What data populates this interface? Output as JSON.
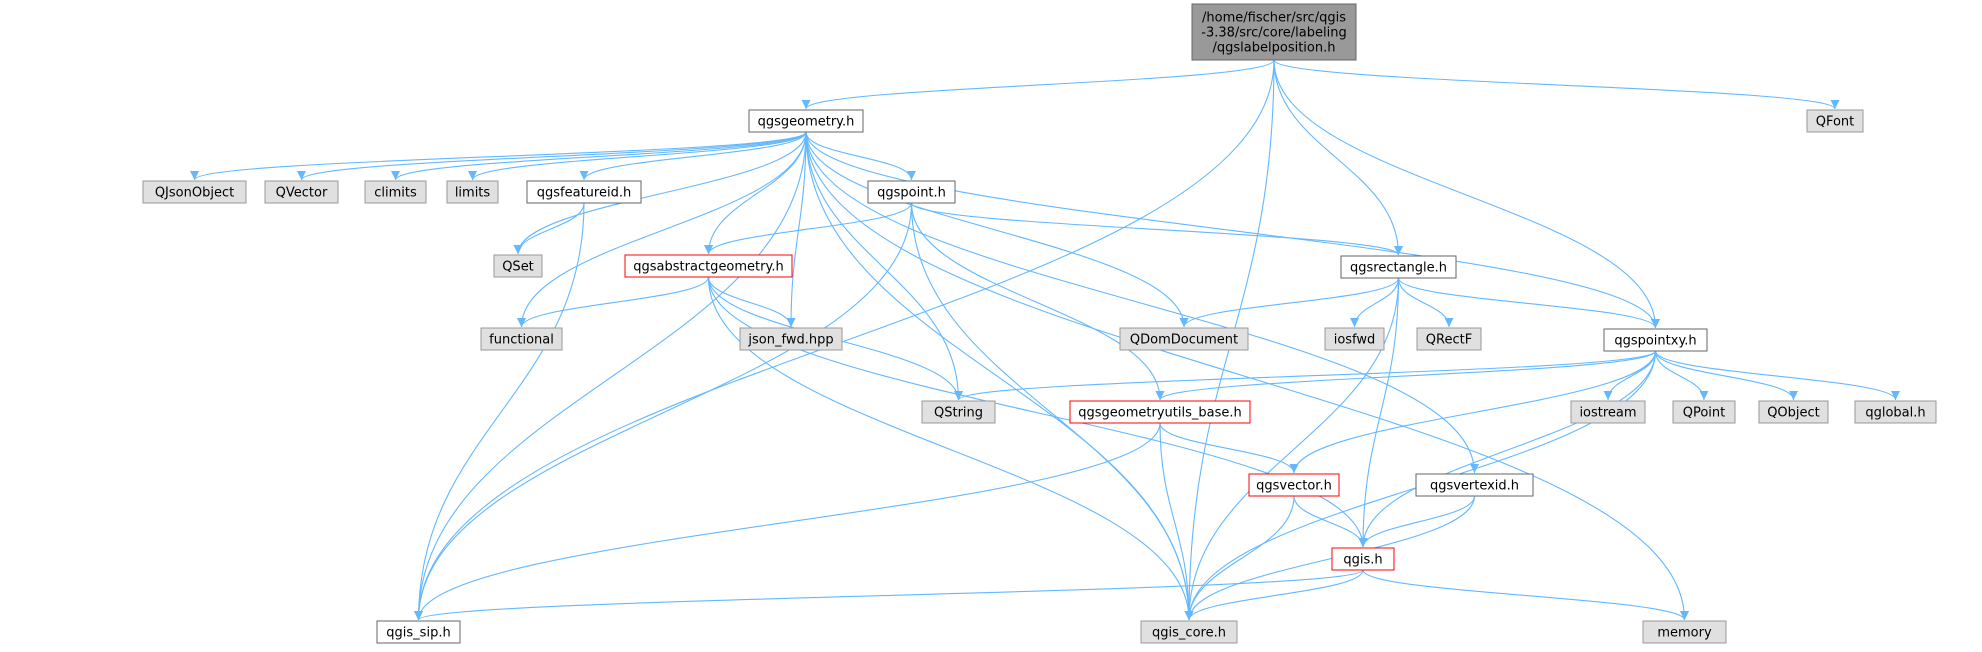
{
  "colors": {
    "edge": "#63b8ff",
    "root_fill": "#999999",
    "root_stroke": "#666666",
    "doc_fill": "#ffffff",
    "doc_stroke": "#666666",
    "trunc_stroke": "#ff0000",
    "ext_fill": "#e0e0e0",
    "ext_stroke": "#999999"
  },
  "nodes": {
    "root": {
      "lines": [
        "/home/fischer/src/qgis",
        "-3.38/src/core/labeling",
        "/qgslabelposition.h"
      ],
      "kind": "root"
    },
    "qgsgeometry": {
      "lines": [
        "qgsgeometry.h"
      ],
      "kind": "doc"
    },
    "qfont": {
      "lines": [
        "QFont"
      ],
      "kind": "ext"
    },
    "qjsonobject": {
      "lines": [
        "QJsonObject"
      ],
      "kind": "ext"
    },
    "qvector": {
      "lines": [
        "QVector"
      ],
      "kind": "ext"
    },
    "climits": {
      "lines": [
        "climits"
      ],
      "kind": "ext"
    },
    "limits": {
      "lines": [
        "limits"
      ],
      "kind": "ext"
    },
    "qgsfeatureid": {
      "lines": [
        "qgsfeatureid.h"
      ],
      "kind": "doc"
    },
    "qgspoint": {
      "lines": [
        "qgspoint.h"
      ],
      "kind": "doc"
    },
    "qset": {
      "lines": [
        "QSet"
      ],
      "kind": "ext"
    },
    "qgsabstractgeometry": {
      "lines": [
        "qgsabstractgeometry.h"
      ],
      "kind": "trunc"
    },
    "qgsrectangle": {
      "lines": [
        "qgsrectangle.h"
      ],
      "kind": "doc"
    },
    "functional": {
      "lines": [
        "functional"
      ],
      "kind": "ext"
    },
    "json_fwd": {
      "lines": [
        "json_fwd.hpp"
      ],
      "kind": "ext"
    },
    "qdomdocument": {
      "lines": [
        "QDomDocument"
      ],
      "kind": "ext"
    },
    "iosfwd": {
      "lines": [
        "iosfwd"
      ],
      "kind": "ext"
    },
    "qrectf": {
      "lines": [
        "QRectF"
      ],
      "kind": "ext"
    },
    "qgspointxy": {
      "lines": [
        "qgspointxy.h"
      ],
      "kind": "doc"
    },
    "qstring": {
      "lines": [
        "QString"
      ],
      "kind": "ext"
    },
    "qgsgeometryutils_base": {
      "lines": [
        "qgsgeometryutils_base.h"
      ],
      "kind": "trunc"
    },
    "iostream": {
      "lines": [
        "iostream"
      ],
      "kind": "ext"
    },
    "qpoint": {
      "lines": [
        "QPoint"
      ],
      "kind": "ext"
    },
    "qobject": {
      "lines": [
        "QObject"
      ],
      "kind": "ext"
    },
    "qglobal": {
      "lines": [
        "qglobal.h"
      ],
      "kind": "ext"
    },
    "qgsvector": {
      "lines": [
        "qgsvector.h"
      ],
      "kind": "trunc"
    },
    "qgsvertexid": {
      "lines": [
        "qgsvertexid.h"
      ],
      "kind": "doc"
    },
    "qgis": {
      "lines": [
        "qgis.h"
      ],
      "kind": "trunc"
    },
    "qgis_sip": {
      "lines": [
        "qgis_sip.h"
      ],
      "kind": "doc"
    },
    "qgis_core": {
      "lines": [
        "qgis_core.h"
      ],
      "kind": "ext"
    },
    "memory": {
      "lines": [
        "memory"
      ],
      "kind": "ext"
    }
  },
  "edges": [
    [
      "root",
      "qgsgeometry"
    ],
    [
      "root",
      "qfont"
    ],
    [
      "root",
      "qgsrectangle"
    ],
    [
      "root",
      "qgspointxy"
    ],
    [
      "root",
      "qgis_sip"
    ],
    [
      "root",
      "qgis_core"
    ],
    [
      "qgsgeometry",
      "qjsonobject"
    ],
    [
      "qgsgeometry",
      "qvector"
    ],
    [
      "qgsgeometry",
      "climits"
    ],
    [
      "qgsgeometry",
      "limits"
    ],
    [
      "qgsgeometry",
      "qgsfeatureid"
    ],
    [
      "qgsgeometry",
      "qgspoint"
    ],
    [
      "qgsgeometry",
      "qset"
    ],
    [
      "qgsgeometry",
      "qgsabstractgeometry"
    ],
    [
      "qgsgeometry",
      "functional"
    ],
    [
      "qgsgeometry",
      "json_fwd"
    ],
    [
      "qgsgeometry",
      "qstring"
    ],
    [
      "qgsgeometry",
      "qgis_core"
    ],
    [
      "qgsgeometry",
      "qdomdocument"
    ],
    [
      "qgsgeometry",
      "qgsvertexid"
    ],
    [
      "qgsgeometry",
      "qgspointxy"
    ],
    [
      "qgsgeometry",
      "memory"
    ],
    [
      "qgsgeometry",
      "qgis_sip"
    ],
    [
      "qgsfeatureid",
      "qset"
    ],
    [
      "qgsfeatureid",
      "qgis_sip"
    ],
    [
      "qgspoint",
      "qgsabstractgeometry"
    ],
    [
      "qgspoint",
      "qgsrectangle"
    ],
    [
      "qgspoint",
      "qgsgeometryutils_base"
    ],
    [
      "qgspoint",
      "qgis_sip"
    ],
    [
      "qgspoint",
      "qgis_core"
    ],
    [
      "qgsabstractgeometry",
      "functional"
    ],
    [
      "qgsabstractgeometry",
      "json_fwd"
    ],
    [
      "qgsabstractgeometry",
      "qstring"
    ],
    [
      "qgsabstractgeometry",
      "qgis"
    ],
    [
      "qgsabstractgeometry",
      "qgis_core"
    ],
    [
      "qgsrectangle",
      "qdomdocument"
    ],
    [
      "qgsrectangle",
      "iosfwd"
    ],
    [
      "qgsrectangle",
      "qrectf"
    ],
    [
      "qgsrectangle",
      "qgspointxy"
    ],
    [
      "qgsrectangle",
      "qgis"
    ],
    [
      "qgsrectangle",
      "qgis_core"
    ],
    [
      "qgspointxy",
      "qstring"
    ],
    [
      "qgspointxy",
      "qgsgeometryutils_base"
    ],
    [
      "qgspointxy",
      "iostream"
    ],
    [
      "qgspointxy",
      "qpoint"
    ],
    [
      "qgspointxy",
      "qobject"
    ],
    [
      "qgspointxy",
      "qglobal"
    ],
    [
      "qgspointxy",
      "qgsvector"
    ],
    [
      "qgspointxy",
      "qgis"
    ],
    [
      "qgspointxy",
      "qgis_core"
    ],
    [
      "qgsgeometryutils_base",
      "qgsvector"
    ],
    [
      "qgsgeometryutils_base",
      "qgis_core"
    ],
    [
      "qgsgeometryutils_base",
      "qgis_sip"
    ],
    [
      "qgsvector",
      "qgis"
    ],
    [
      "qgsvector",
      "qgis_core"
    ],
    [
      "qgsvertexid",
      "qgis"
    ],
    [
      "qgsvertexid",
      "qgis_core"
    ],
    [
      "qgis",
      "qgis_sip"
    ],
    [
      "qgis",
      "qgis_core"
    ],
    [
      "qgis",
      "memory"
    ]
  ]
}
